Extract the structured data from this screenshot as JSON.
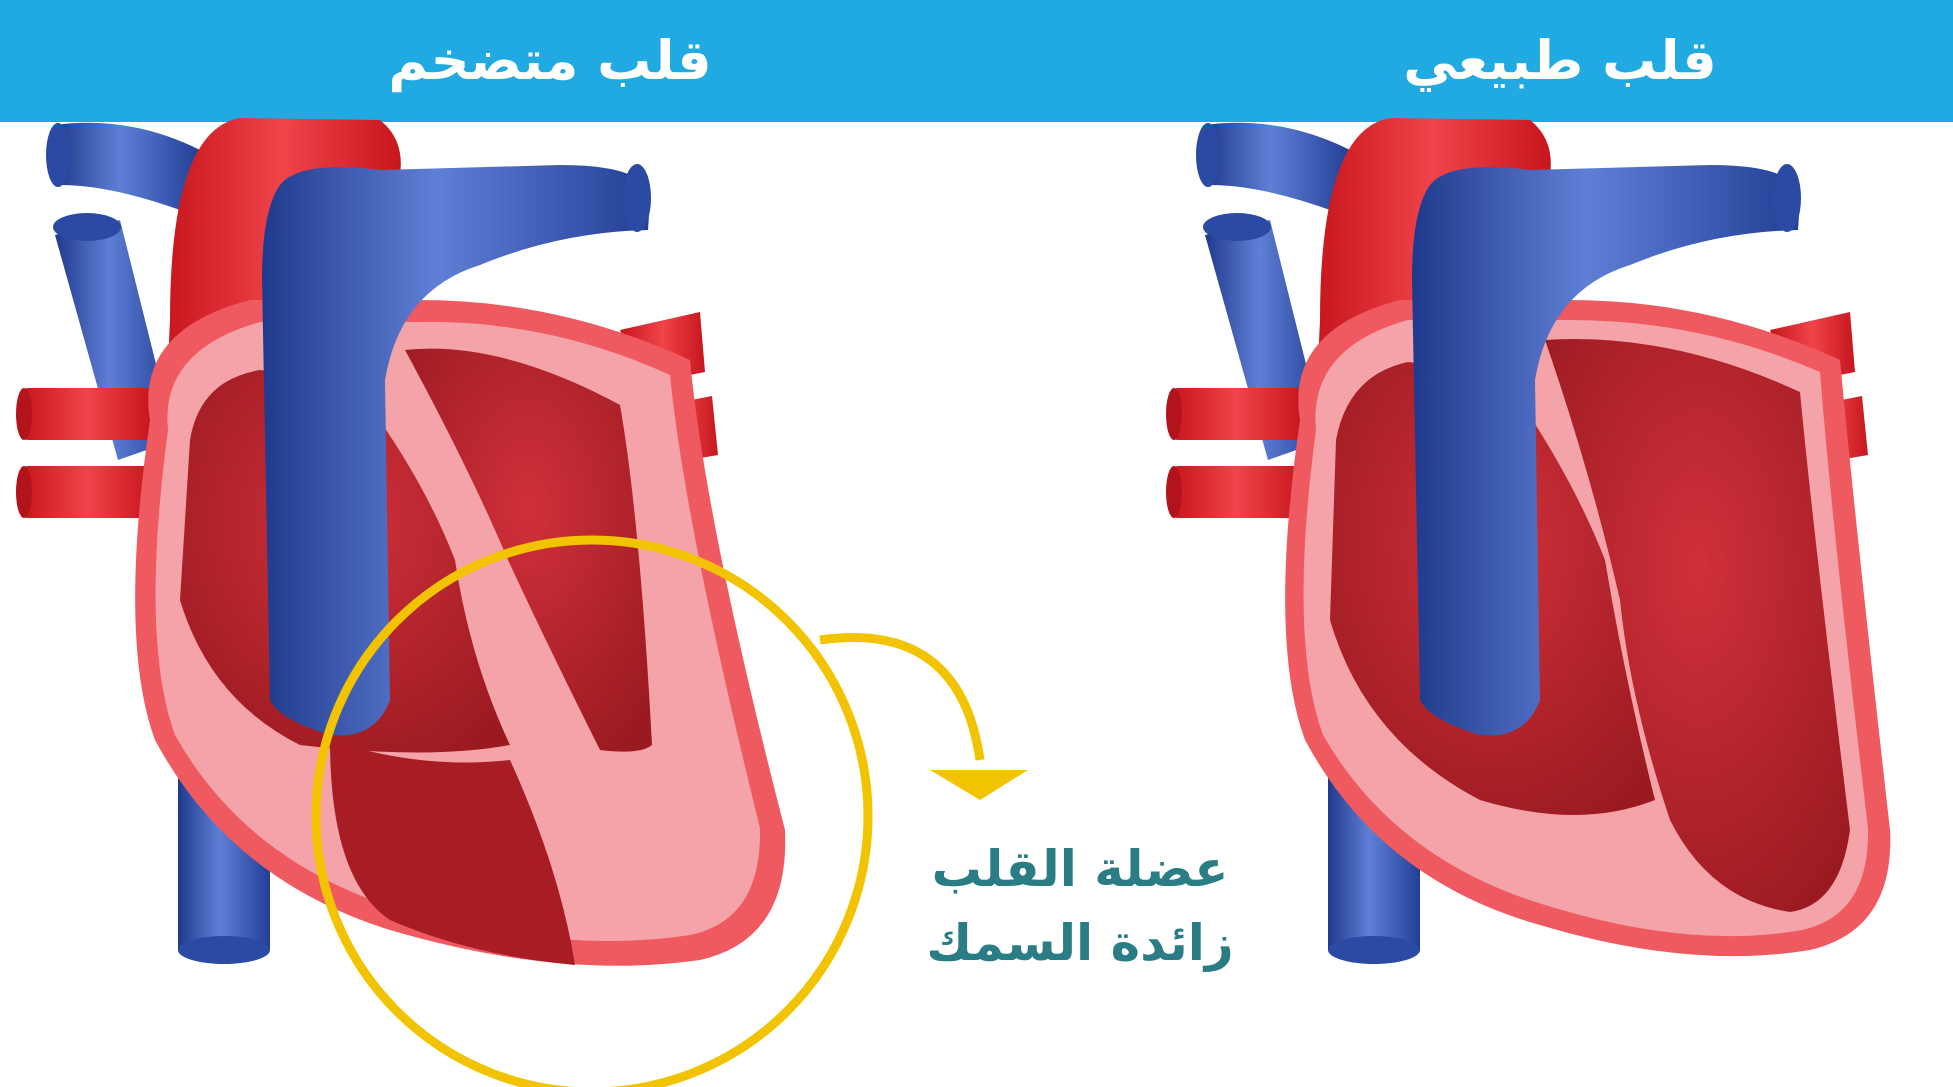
{
  "header": {
    "left_title": "قلب متضخم",
    "right_title": "قلب طبيعي"
  },
  "callout": {
    "line1": "عضلة القلب",
    "line2": "زائدة السمك"
  },
  "colors": {
    "header_bg": "#21a9e1",
    "artery_red": "#e3232b",
    "vein_blue": "#2e4fa8",
    "muscle_pink": "#f4a3a8",
    "chamber_dark": "#a81d24",
    "highlight_ring": "#f2c300",
    "callout_text": "#2a7c85"
  }
}
